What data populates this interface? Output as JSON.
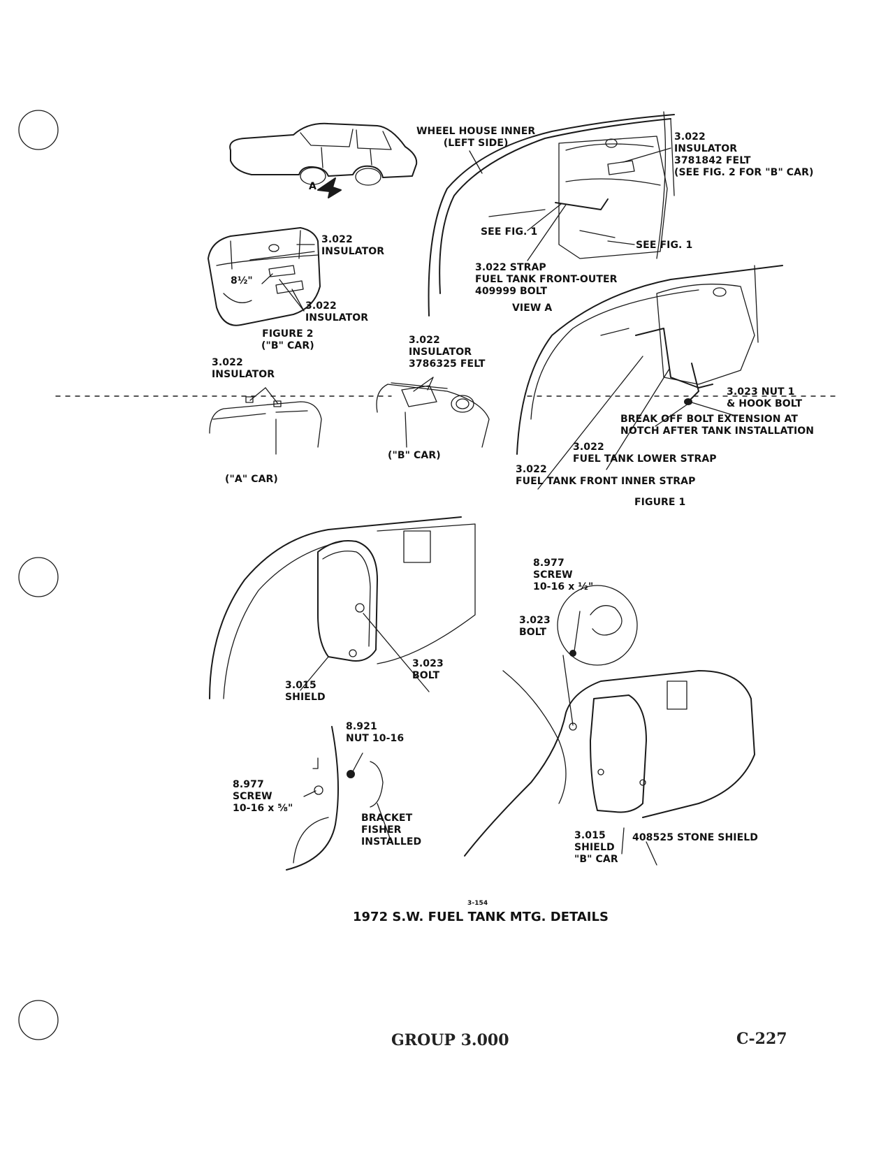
{
  "figure_caption_small": "3-154",
  "figure_title": "1972 S.W. FUEL TANK MTG. DETAILS",
  "footer": {
    "group": "GROUP 3.000",
    "page": "C-227"
  },
  "labels": {
    "view_a_marker": "A",
    "wheel_house": "WHEEL HOUSE INNER\n(LEFT SIDE)",
    "insulator_top": "3.022\nINSULATOR\n3781842 FELT\n(SEE FIG. 2 FOR \"B\" CAR)",
    "see_fig1_left": "SEE FIG. 1",
    "see_fig1_right": "SEE FIG. 1",
    "strap_front_outer": "3.022 STRAP\nFUEL TANK FRONT-OUTER\n409999 BOLT",
    "view_a": "VIEW A",
    "fig2_insulator_top": "3.022\nINSULATOR",
    "fig2_dimension": "8½\"",
    "fig2_insulator_bottom": "3.022\nINSULATOR",
    "figure2_caption": "FIGURE 2\n(\"B\" CAR)",
    "a_car_insulator": "3.022\nINSULATOR",
    "a_car_caption": "(\"A\" CAR)",
    "b_car_insulator": "3.022\nINSULATOR\n3786325 FELT",
    "b_car_caption": "(\"B\" CAR)",
    "nut_hook_bolt": "3.023 NUT 1\n& HOOK BOLT",
    "break_off_note": "BREAK OFF BOLT EXTENSION AT\nNOTCH AFTER TANK INSTALLATION",
    "lower_strap": "3.022\nFUEL TANK LOWER STRAP",
    "front_inner_strap": "3.022\nFUEL TANK FRONT INNER STRAP",
    "figure1_caption": "FIGURE 1",
    "shield_left": "3.015\nSHIELD",
    "bolt_left": "3.023\nBOLT",
    "screw_half": "8.977\nSCREW\n10-16 x ½\"",
    "bolt_right": "3.023\nBOLT",
    "nut_1016": "8.921\nNUT 10-16",
    "screw_58": "8.977\nSCREW\n10-16 x ⅝\"",
    "bracket": "BRACKET\nFISHER\nINSTALLED",
    "shield_b_car": "3.015\nSHIELD\n\"B\" CAR",
    "stone_shield": "408525 STONE SHIELD"
  }
}
